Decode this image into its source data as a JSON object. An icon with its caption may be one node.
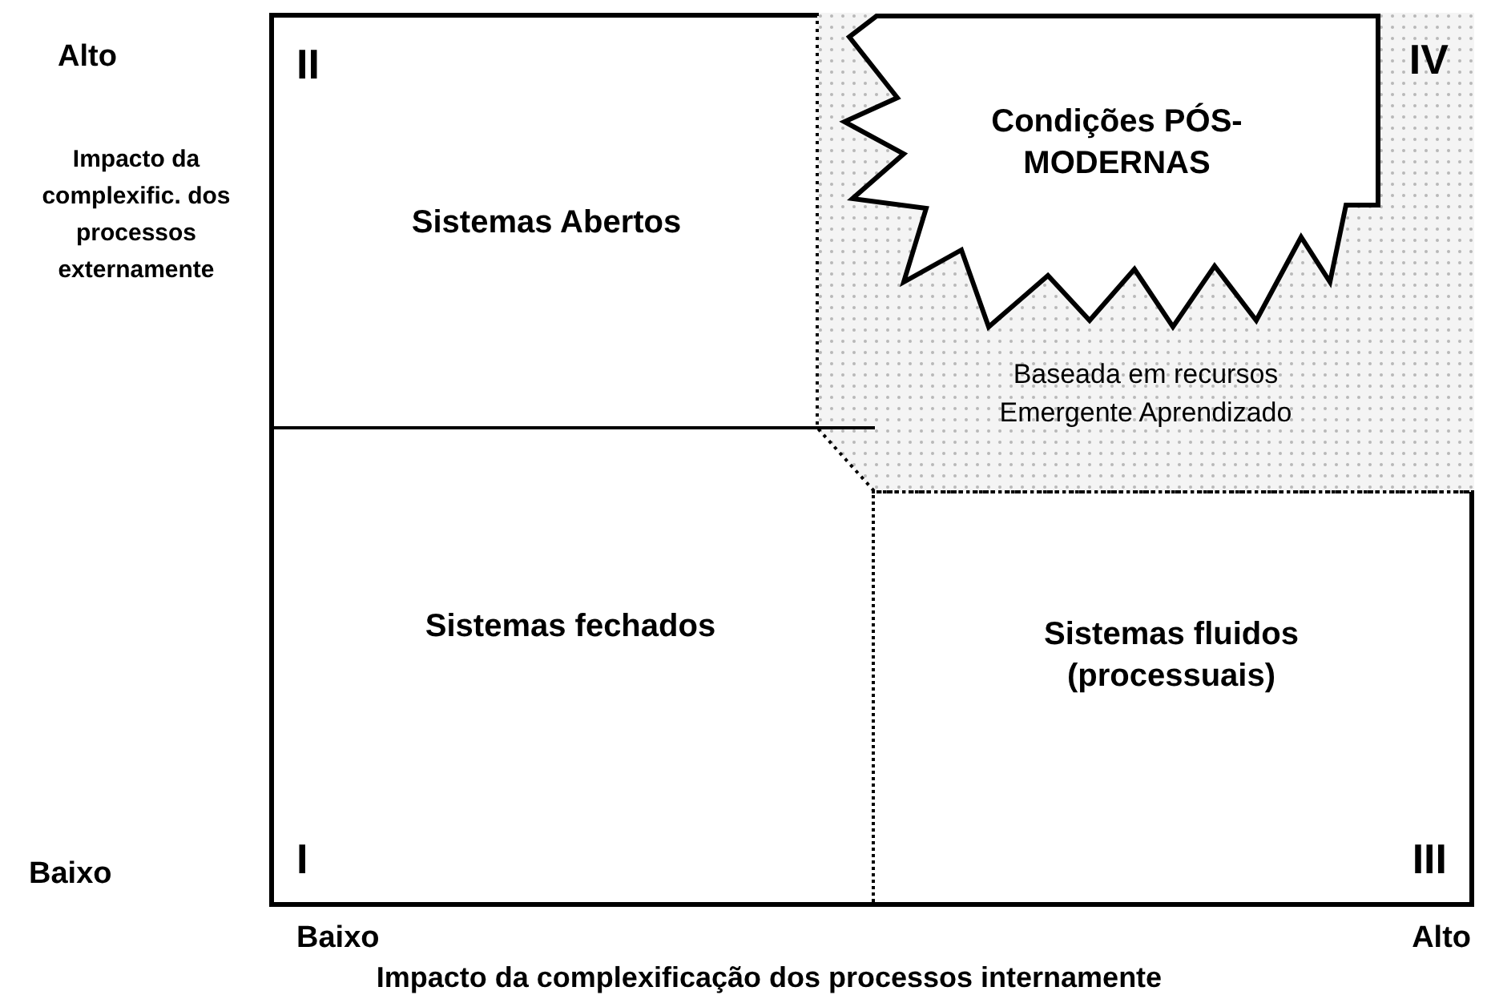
{
  "diagram": {
    "nodes": [
      {
        "text": [
          "II",
          "Sistemas Abertos"
        ]
      },
      {
        "text": [
          "IV",
          "Baseada em recursos Emergente Aprendizado"
        ]
      },
      {
        "text": [
          "Condições PÓS-MODERNAS"
        ],
        "in": 1
      },
      {
        "text": [
          "I",
          "Sistemas fechados"
        ]
      },
      {
        "text": [
          "III",
          "Sistemas fluidos (processuais)"
        ]
      }
    ],
    "labels": [
      "Alto",
      "Impacto da complexific. dos processos externamente",
      "Baixo",
      "Baixo",
      "Alto",
      "Impacto da complexificação dos processos internamente"
    ]
  }
}
